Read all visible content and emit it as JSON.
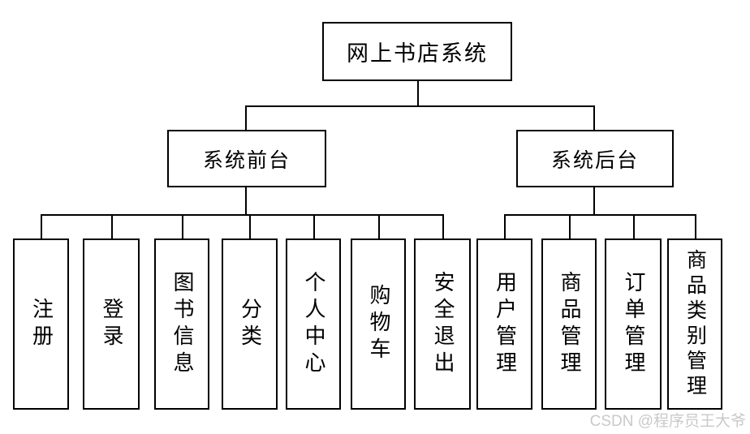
{
  "diagram": {
    "title_node": "网上书店系统",
    "root": {
      "label": "网上书店系统"
    },
    "branches": [
      {
        "label": "系统前台",
        "children": [
          "注册",
          "登录",
          "图书信息",
          "分类",
          "个人中心",
          "购物车",
          "安全退出"
        ]
      },
      {
        "label": "系统后台",
        "children": [
          "用户管理",
          "商品管理",
          "订单管理",
          "商品类别管理"
        ]
      }
    ]
  },
  "watermark": {
    "text": "CSDN @程序员王大爷",
    "color": "#c9c9c9"
  },
  "colors": {
    "background": "#ffffff",
    "box_border": "#000000",
    "connector_line": "#000000",
    "text": "#000000"
  }
}
